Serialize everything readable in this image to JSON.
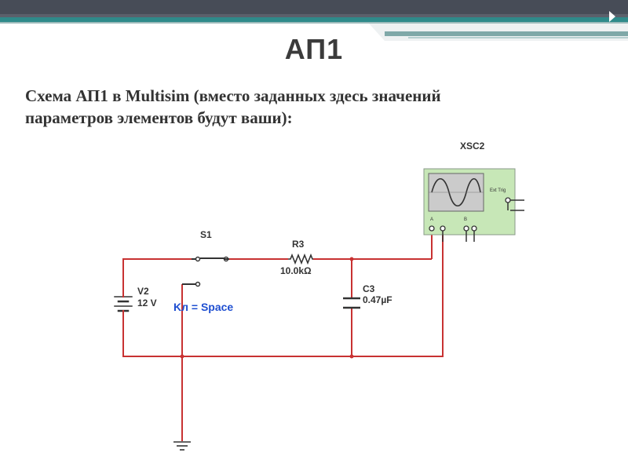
{
  "slide": {
    "title": "АП1",
    "description_line1": "Схема АП1 в Multisim (вместо заданных здесь значений",
    "description_line2": "параметров элементов будут ваши):"
  },
  "colors": {
    "banner_dark": "#474c57",
    "banner_teal": "#2f8a8a",
    "wire": "#c83232",
    "scope_body": "#c7e7b7",
    "scope_screen": "#cbcbcb",
    "label_blue": "#1f4fd1"
  },
  "schematic": {
    "oscilloscope": {
      "ref": "XSC2",
      "ext_trig": "Ext Trig",
      "channel_a": "A",
      "channel_b": "B"
    },
    "switch": {
      "ref": "S1",
      "key_label": "Kл = Space"
    },
    "resistor": {
      "ref": "R3",
      "value": "10.0kΩ"
    },
    "capacitor": {
      "ref": "C3",
      "value": "0.47µF"
    },
    "source": {
      "ref": "V2",
      "value": "12 V"
    },
    "ground": {
      "icon": "ground-icon"
    }
  }
}
